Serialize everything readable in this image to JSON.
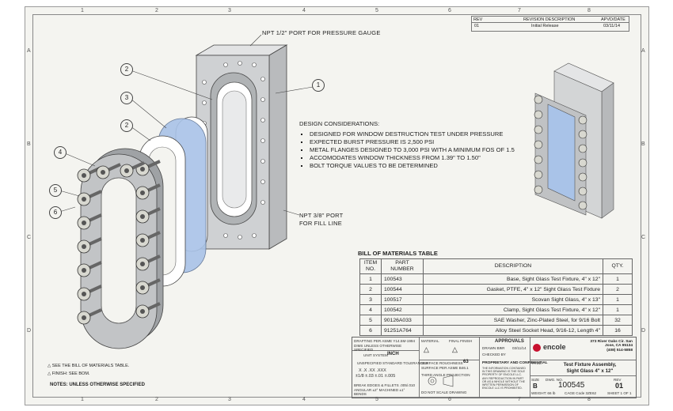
{
  "sheet": {
    "zones_top": [
      "1",
      "2",
      "3",
      "4",
      "5",
      "6",
      "7",
      "8"
    ],
    "zones_bottom": [
      "1",
      "2",
      "3",
      "4",
      "5",
      "6",
      "7",
      "8"
    ],
    "zones_left": [
      "A",
      "B",
      "C",
      "D"
    ],
    "zones_right": [
      "A",
      "B",
      "C",
      "D"
    ]
  },
  "revision": {
    "headers": [
      "REV",
      "REVISION DESCRIPTION",
      "APVD/DATE"
    ],
    "rev": "01",
    "description": "Initial Release",
    "date": "03/11/14"
  },
  "annotations": {
    "gauge_port": "NPT 1/2\" PORT FOR PRESSURE GAUGE",
    "fill_port_1": "NPT 3/8\" PORT",
    "fill_port_2": "FOR FILL LINE"
  },
  "callouts": [
    "1",
    "2",
    "3",
    "2",
    "4",
    "5",
    "6"
  ],
  "design": {
    "title": "DESIGN CONSIDERATIONS:",
    "items": [
      "DESIGNED FOR WINDOW DESTRUCTION TEST UNDER PRESSURE",
      "EXPECTED BURST PRESSURE IS 2,500 PSI",
      "METAL FLANGES DESIGNED TO 3,000 PSI WITH A MINIMUM FOS OF 1.5",
      "ACCOMODATES WINDOW THICKNESS FROM 1.39\" TO 1.50\"",
      "BOLT TORQUE VALUES TO BE DETERMINED"
    ]
  },
  "bom": {
    "title": "BILL OF MATERIALS TABLE",
    "headers": {
      "item": [
        "ITEM",
        "NO."
      ],
      "part": [
        "PART",
        "NUMBER"
      ],
      "desc": "DESCRIPTION",
      "qty": "QTY."
    },
    "rows": [
      [
        "1",
        "100543",
        "Base, Sight Glass Test Fixture, 4\" x 12\"",
        "1"
      ],
      [
        "2",
        "100544",
        "Gasket, PTFE,  4\" x 12\" Sight Glass Test Fixture",
        "2"
      ],
      [
        "3",
        "100517",
        "Scovan Sight Glass, 4\" x 13\"",
        "1"
      ],
      [
        "4",
        "100542",
        "Clamp, Sight Glass Test Fixture, 4\" x 12\"",
        "1"
      ],
      [
        "5",
        "90126A033",
        "SAE Washer, Zinc-Plated Steel, for 9/16 Bolt",
        "32"
      ],
      [
        "6",
        "91251A764",
        "Alloy Steel Socket Head, 9/16-12, Length 4\"",
        "16"
      ]
    ]
  },
  "notes": {
    "items": [
      "SEE THE BILL OF MATERIALS TABLE.",
      "FINISH: SEE BOM."
    ],
    "footer": "NOTES:    UNLESS OTHERWISE SPECIFIED"
  },
  "title_block": {
    "drafting": "DRAFTING PER ASME Y14.5M-1994  DIMS UNLESS OTHERWISE SPECIFIED",
    "units_label": "UNIT SYSTEM",
    "units": "INCH",
    "tol_label": "UNSPECIFIED STANDARD TOLERANCES",
    "tol_row1": "X    .X    .XX    .XXX",
    "tol_row2": "±1/8  ±.03  ±.01  ±.005",
    "edges": "BREAK EDGES & FILLETS .005/.010  ANGULAR ±2° MACHINED ±1° BENDS",
    "material": "MATERIAL",
    "final_finish": "FINAL FINISH",
    "surface": "SURFACE ROUGHNESS",
    "surface_val": "63",
    "surface_note": "SURFACE PER ASME B46.1",
    "projection": "THIRD ANGLE PROJECTION",
    "do_not_scale": "DO NOT SCALE DRAWING",
    "approvals": "APPROVALS",
    "drawn_label": "DRAWN BY",
    "drawn_by": "AR",
    "drawn_date": "03/11/14",
    "checked_label": "CHECKED BY",
    "proprietary": "PROPRIETARY AND CONFIDENTIAL",
    "proprietary_text": "THE INFORMATION CONTAINED IN THIS DRAWING IS THE SOLE PROPERTY OF ENCOLE LLC. ANY REPRODUCTION IN PART OR AS A WHOLE WITHOUT THE WRITTEN PERMISSION OF ENCOLE LLC IS PROHIBITED.",
    "logo": "encole",
    "address_1": "373 River Oaks Cir. San",
    "address_2": "Jose, CA 95134",
    "phone": "(408) 514-5858",
    "title_label": "TITLE:",
    "title_1": "Test Fixture Assembly,",
    "title_2": "Sight Glass 4\" x 12\"",
    "size_label": "SIZE",
    "size": "B",
    "dwg_label": "DWG. NO.",
    "dwg_no": "100545",
    "rev_label": "REV",
    "rev": "01",
    "weight": "WEIGHT: 66 lb",
    "cage": "CAGE Code 3ZE62",
    "sheet": "SHEET 1 OF 1"
  },
  "colors": {
    "steel": "#cfd1d3",
    "glass": "#a9c3e8",
    "ptfe": "#ffffff",
    "logo_red": "#c8102e"
  }
}
